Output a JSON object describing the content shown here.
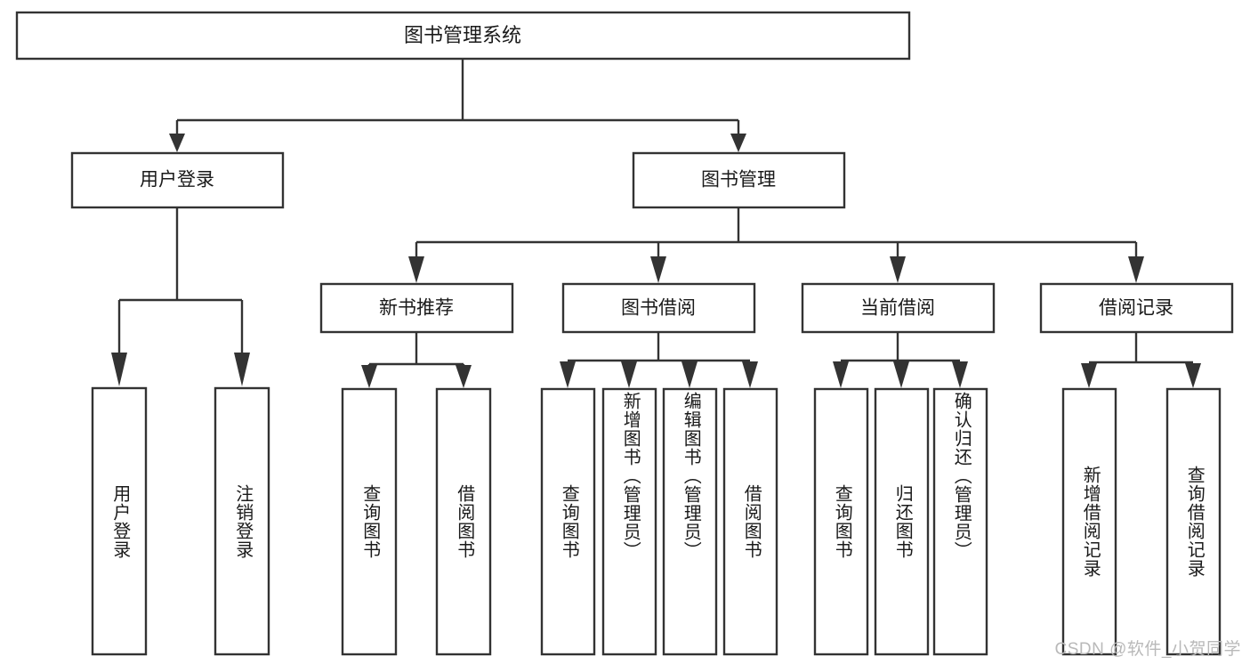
{
  "diagram": {
    "type": "tree",
    "title": "图书管理系统",
    "orientation": "top-down",
    "background_color": "#ffffff",
    "line_color": "#333333",
    "text_color": "#1a1a1a",
    "root": {
      "label": "图书管理系统",
      "level": 0
    },
    "level1": [
      {
        "label": "用户登录"
      },
      {
        "label": "图书管理"
      }
    ],
    "level2": [
      {
        "label": "新书推荐"
      },
      {
        "label": "图书借阅"
      },
      {
        "label": "当前借阅"
      },
      {
        "label": "借阅记录"
      }
    ],
    "leaves": {
      "user_login": [
        {
          "label": "用户登录"
        },
        {
          "label": "注销登录"
        }
      ],
      "new_book_recommend": [
        {
          "label": "查询图书"
        },
        {
          "label": "借阅图书"
        }
      ],
      "book_borrow": [
        {
          "label": "查询图书"
        },
        {
          "label": "新增图书（管理员）"
        },
        {
          "label": "编辑图书（管理员）"
        },
        {
          "label": "借阅图书"
        }
      ],
      "current_borrow": [
        {
          "label": "查询图书"
        },
        {
          "label": "归还图书"
        },
        {
          "label": "确认归还（管理员）"
        }
      ],
      "borrow_record": [
        {
          "label": "新增借阅记录"
        },
        {
          "label": "查询借阅记录"
        }
      ]
    }
  },
  "watermark": {
    "text": "CSDN @软件_小贺同学"
  }
}
